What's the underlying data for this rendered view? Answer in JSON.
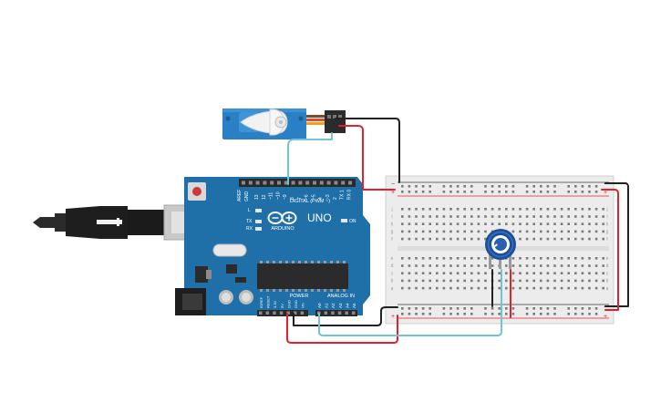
{
  "board": {
    "brand_text": "ARDUINO",
    "model_text": "UNO",
    "digital_header_text": "DIGITAL (PWM ~)",
    "power_header_text": "POWER",
    "analog_header_text": "ANALOG IN",
    "led_l_text": "L",
    "led_tx_text": "TX",
    "led_rx_text": "RX",
    "on_text": "ON",
    "aref_text": "AREF",
    "gnd_text": "GND",
    "digital_pins": [
      "13",
      "12",
      "~11",
      "~10",
      "~9",
      "8",
      "7",
      "~6",
      "~5",
      "4",
      "~3",
      "2",
      "TX 1",
      "RX 0"
    ],
    "power_pins": [
      "IOREF",
      "RESET",
      "3.3V",
      "5V",
      "GND",
      "GND",
      "Vin"
    ],
    "analog_pins": [
      "A0",
      "A1",
      "A2",
      "A3",
      "A4",
      "A5"
    ]
  },
  "breadboard": {
    "plus_text": "+",
    "minus_text": "−",
    "row_letters_top": [
      "j",
      "i",
      "h",
      "g",
      "f"
    ],
    "row_letters_bottom": [
      "e",
      "d",
      "c",
      "b",
      "a"
    ]
  },
  "colors": {
    "board_blue": "#1f6fa8",
    "wire_red": "#e2222a",
    "wire_black": "#222222",
    "wire_cyan": "#6ec5d6",
    "servo_blue": "#2a80c4",
    "pot_blue": "#1e4f9a"
  },
  "icons": {
    "usb_cable": "usb-cable-icon",
    "servo": "servo-motor-icon",
    "potentiometer": "potentiometer-icon",
    "arduino_logo": "infinity-logo-icon"
  }
}
